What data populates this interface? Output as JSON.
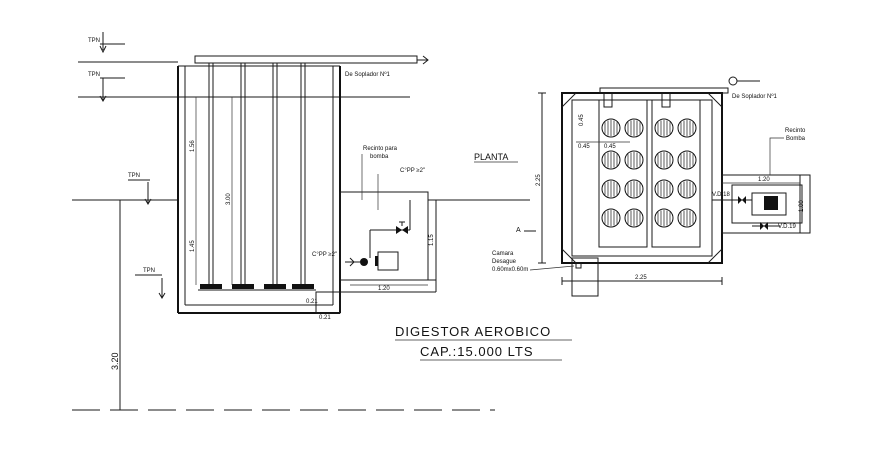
{
  "title": "DIGESTOR AEROBICO",
  "capacity": "CAP.:15.000 LTS",
  "plan_label": "PLANTA",
  "section_marker": "A",
  "level_marks": [
    "TPN",
    "TPN",
    "TPN",
    "TPN"
  ],
  "blower_label": "De Soplador Nº1",
  "pump_room_label": [
    "Recinto para",
    "bomba"
  ],
  "pump_room_plan_label": [
    "Recinto",
    "Bomba"
  ],
  "drain_chamber_label": [
    "Camara",
    "Desague",
    "0.60mx0.60m"
  ],
  "pipe_labels": [
    "C°PP ≥2\"",
    "C°PP ≥2\""
  ],
  "valve_labels": [
    "V.D.18",
    "V.D.19"
  ],
  "dimensions": {
    "d_156": "1.56",
    "d_300": "3.00",
    "d_145": "1.45",
    "d_320": "3.20",
    "d_115": "1.15",
    "d_120a": "1.20",
    "d_021a": "0.21",
    "d_021b": "0.21",
    "d_045a": "0.45",
    "d_045b": "0.45",
    "d_045c": "0.45",
    "d_225v": "2.25",
    "d_225h": "2.25",
    "d_120b": "1.20",
    "d_100": "1.00"
  },
  "colors": {
    "line": "#1a1a1a",
    "background": "#ffffff"
  }
}
